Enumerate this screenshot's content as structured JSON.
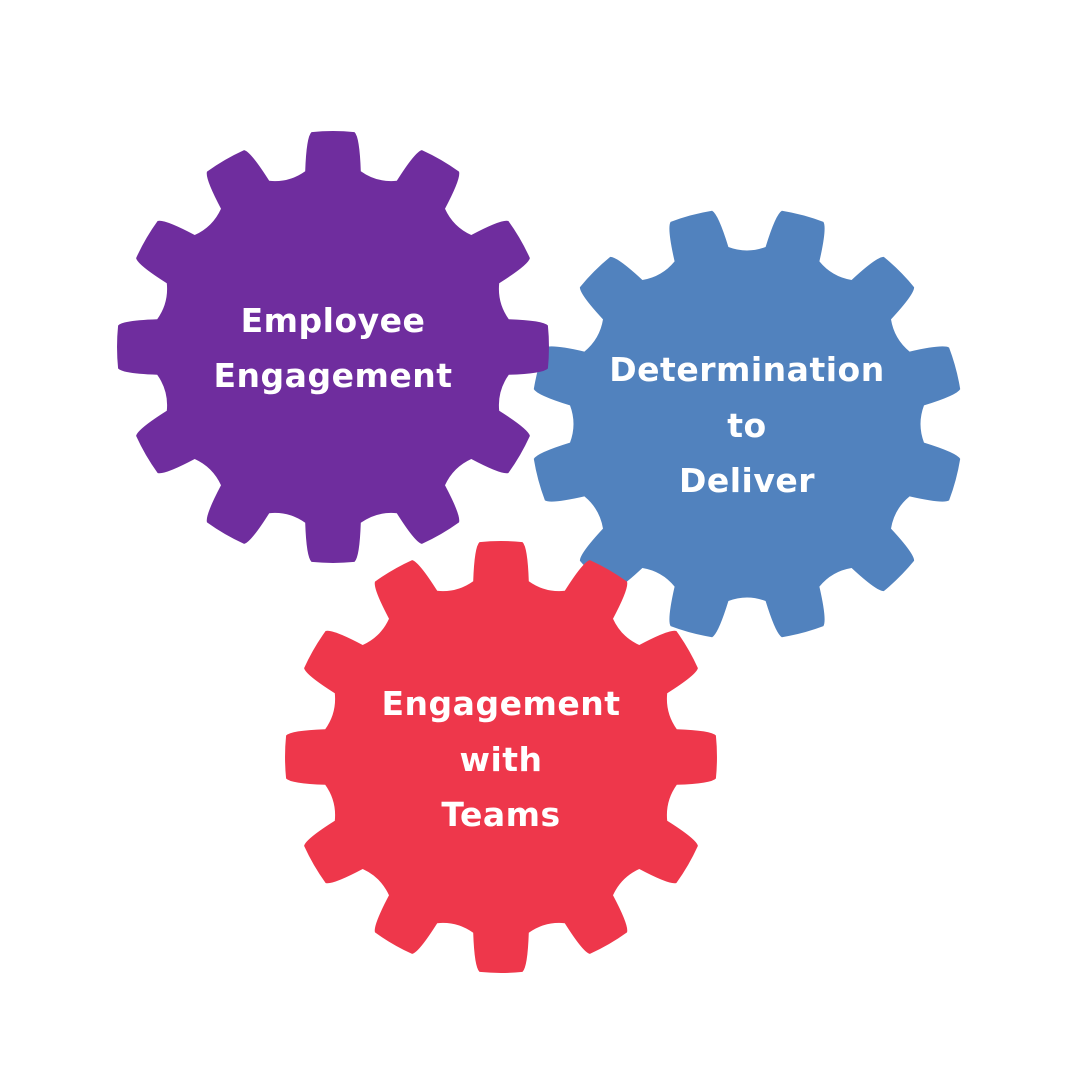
{
  "gears": [
    {
      "id": "employee-engagement",
      "lines": [
        "Employee",
        "Engagement"
      ],
      "color": "#6f2d9e"
    },
    {
      "id": "determination-to-deliver",
      "lines": [
        "Determination",
        "to",
        "Deliver"
      ],
      "color": "#5182be"
    },
    {
      "id": "engagement-with-teams",
      "lines": [
        "Engagement",
        "with",
        "Teams"
      ],
      "color": "#ee374b"
    }
  ]
}
